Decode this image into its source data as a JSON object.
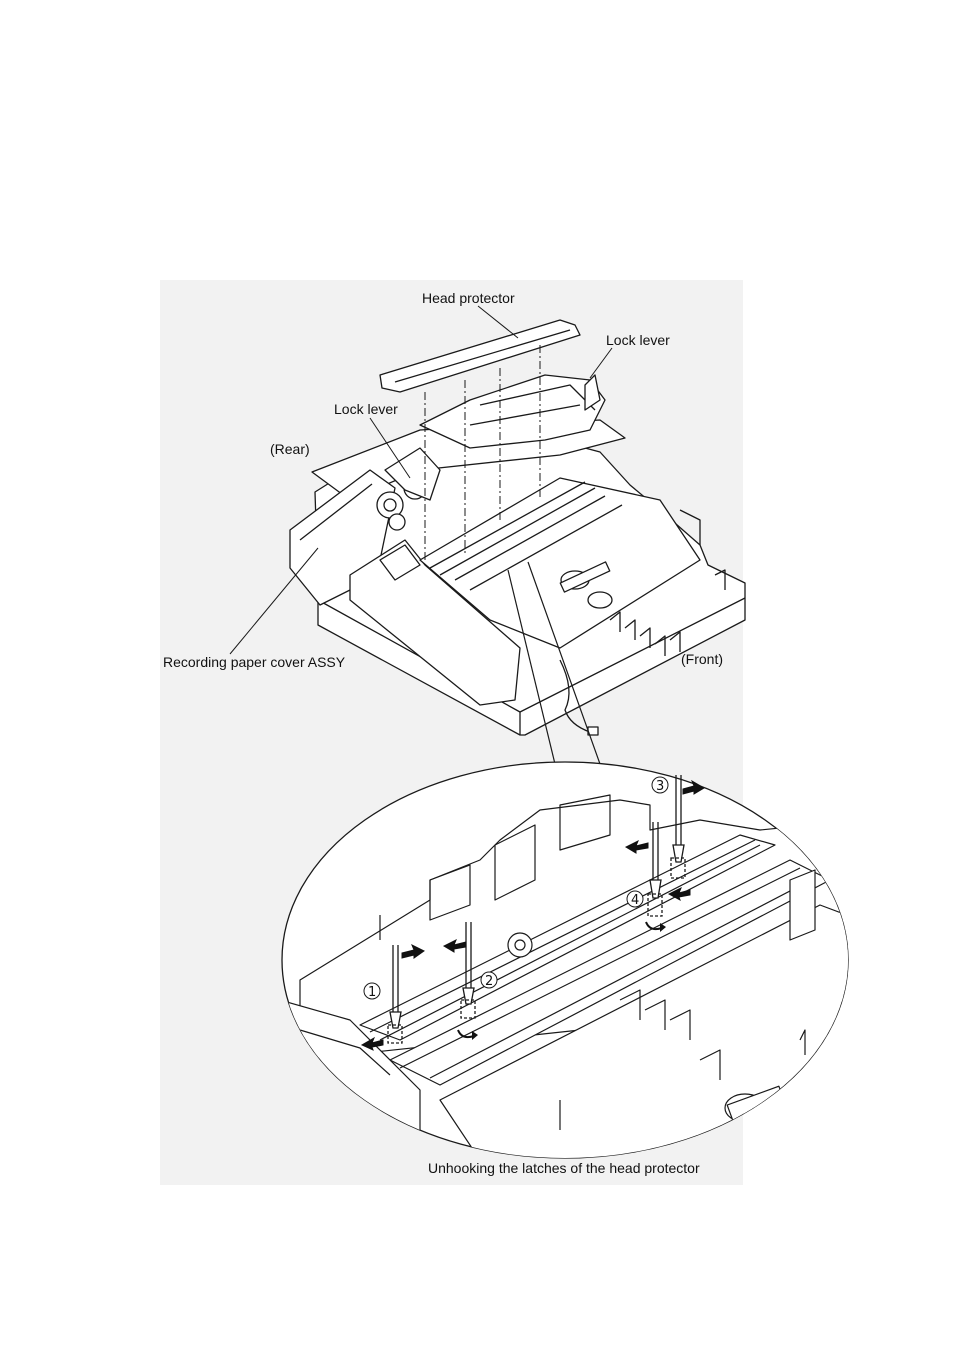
{
  "labels": {
    "head_protector": "Head protector",
    "lock_lever_right": "Lock lever",
    "lock_lever_left": "Lock lever",
    "rear": "(Rear)",
    "recording_paper_cover": "Recording paper cover ASSY",
    "front": "(Front)",
    "caption": "Unhooking the latches of the head protector"
  },
  "steps": [
    "1",
    "2",
    "3",
    "4"
  ],
  "colors": {
    "panel_bg": "#f2f2f2",
    "line": "#1a1a1a"
  }
}
